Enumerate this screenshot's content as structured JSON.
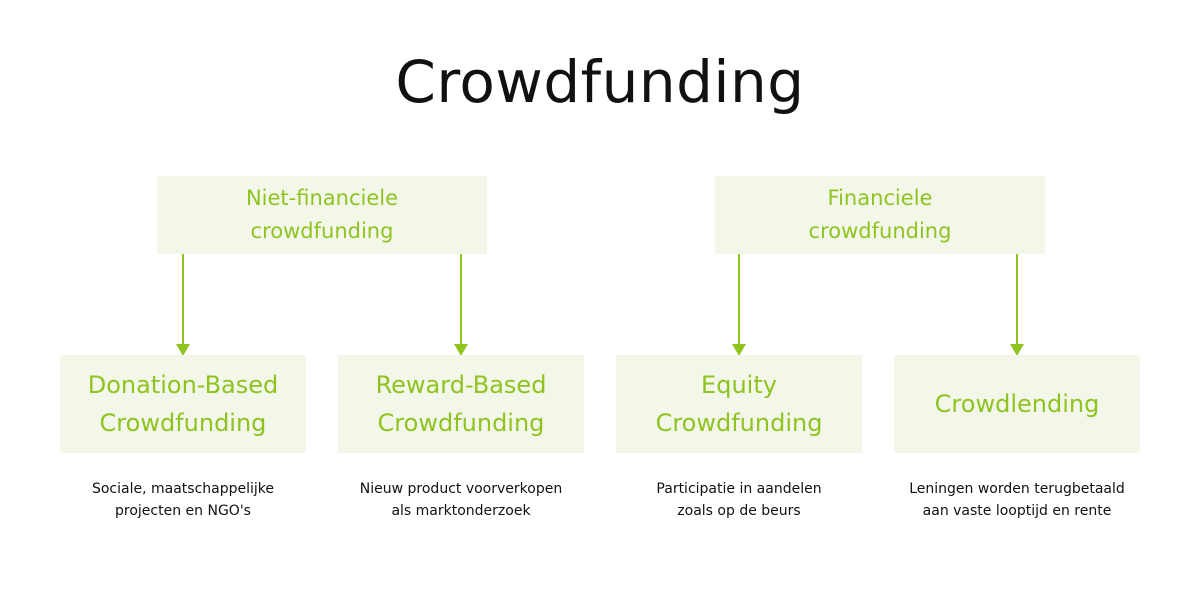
{
  "title": "Crowdfunding",
  "accent_color": "#8fc31f",
  "box_color": "#f3f7ea",
  "categories": [
    {
      "label": "Niet-financiele\ncrowdfunding"
    },
    {
      "label": "Financiele\ncrowdfunding"
    }
  ],
  "types": [
    {
      "label": "Donation-Based\nCrowdfunding",
      "description": "Sociale, maatschappelijke\nprojecten en NGO's"
    },
    {
      "label": "Reward-Based\nCrowdfunding",
      "description": "Nieuw product voorverkopen\nals marktonderzoek"
    },
    {
      "label": "Equity\nCrowdfunding",
      "description": "Participatie in aandelen\nzoals op de beurs"
    },
    {
      "label": "Crowdlending",
      "description": "Leningen worden terugbetaald\naan vaste looptijd en rente"
    }
  ]
}
